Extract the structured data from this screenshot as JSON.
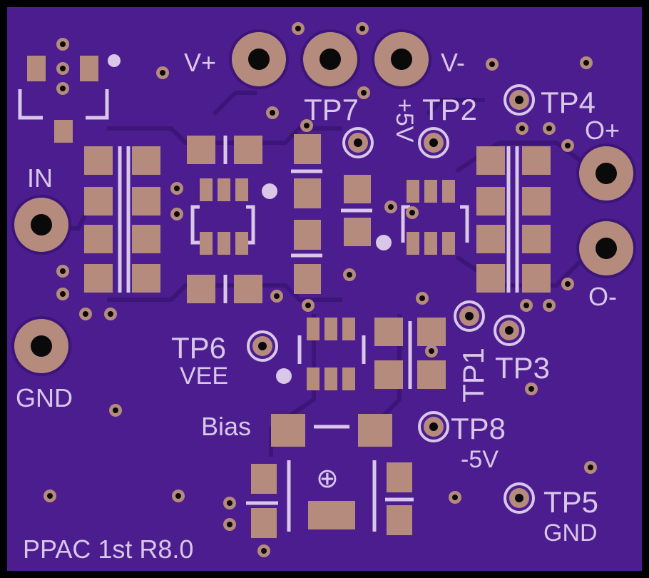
{
  "board": {
    "title": "PPAC 1st R8.0",
    "colors": {
      "edge": "#000000",
      "substrate": "#4b1d8e",
      "copper": "#5a2a9e",
      "trace": "#3c1578",
      "pad": "#b58b7d",
      "hole": "#0a0a0a",
      "silk": "#d9c7e8"
    }
  },
  "labels": {
    "v_plus": "V+",
    "v_minus": "V-",
    "tp7": "TP7",
    "plus5v": "+5V",
    "tp2": "TP2",
    "tp4": "TP4",
    "o_plus": "O+",
    "o_minus": "O-",
    "in": "IN",
    "gnd": "GND",
    "tp6": "TP6",
    "vee": "VEE",
    "tp1": "TP1",
    "tp3": "TP3",
    "bias": "Bias",
    "tp8": "TP8",
    "minus5v": "-5V",
    "tp5": "TP5",
    "gnd2": "GND",
    "pot_symbol": "⊕"
  }
}
